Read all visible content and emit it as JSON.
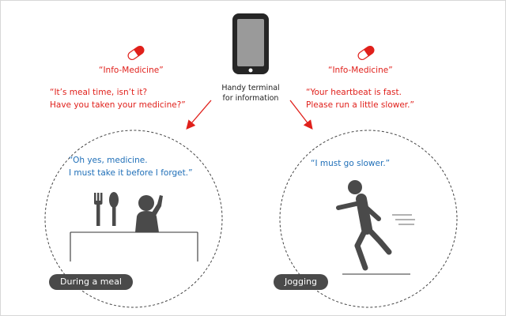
{
  "terminal": {
    "label_line1": "Handy terminal",
    "label_line2": "for information"
  },
  "left": {
    "tag": "“Info-Medicine”",
    "speech_line1": "“It’s meal time, isn’t it?",
    "speech_line2": "Have you taken your medicine?”",
    "reply_line1": "“Oh yes, medicine.",
    "reply_line2": "I must take it before I forget.”",
    "caption": "During a meal"
  },
  "right": {
    "tag": "“Info-Medicine”",
    "speech_line1": "“Your heartbeat is fast.",
    "speech_line2": "Please run a little slower.”",
    "reply_line1": "“I must go slower.”",
    "caption": "Jogging"
  },
  "colors": {
    "alert_red": "#e0201b",
    "reply_blue": "#1f6fb8",
    "figure_gray": "#4a4a4a",
    "caption_bg": "#4a4a4a"
  },
  "icons": [
    "smartphone-icon",
    "pill-capsule-icon",
    "fork-icon",
    "spoon-icon",
    "diner-figure-icon",
    "runner-figure-icon",
    "speed-lines-icon"
  ]
}
